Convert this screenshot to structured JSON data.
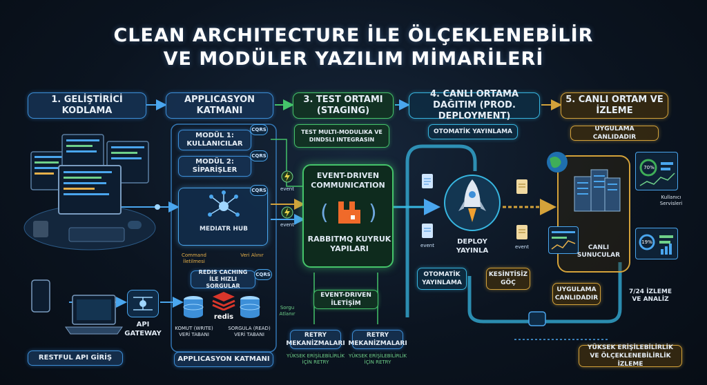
{
  "title": {
    "line1": "CLEAN ARCHITECTURE İLE ÖLÇEKLENEBİLİR",
    "line2": "VE MODÜLER YAZILIM MİMARİLERİ"
  },
  "stages": {
    "s1": "1. GELİŞTİRİCİ KODLAMA",
    "s2": "APPLICASYON KATMANI",
    "s3": "3. TEST ORTAMI (STAGING)",
    "s4": "4. CANLI ORTAMA DAĞITIM (PROD. DEPLOYMENT)",
    "s5": "5. CANLI ORTAM VE İZLEME"
  },
  "left": {
    "restful": "RESTFUL API GİRİŞ",
    "gateway": "API GATEWAY"
  },
  "app": {
    "module1": "MODÜL 1: KULLANICILAR",
    "module2": "MODÜL 2: SİPARİŞLER",
    "cqrs": "CQRS",
    "mediatr": "MEDIATR HUB",
    "command": "Command İletilmesi",
    "veri_alinir": "Veri Alınır",
    "redis_caching": "REDIS CACHING İLE HIZLI SORGULAR",
    "redis": "redis",
    "write_db": "KOMUT (WRITE) VERİ TABANI",
    "read_db": "SORGULA (READ) VERİ TABANI",
    "sorgu_atlanir": "Sorgu Atlanır",
    "footer": "APPLICASYON KATMANI"
  },
  "test": {
    "integration": "TEST MULTI-MODULIKA VE DINDSLI INTEGRASIN",
    "event_driven": "EVENT-DRIVEN COMMUNICATION",
    "rabbit": "RABBITMQ KUYRUK YAPILARI",
    "event_iletisim": "EVENT-DRIVEN İLETİŞİM",
    "retry1": "RETRY MEKANİZMALARI",
    "retry2": "RETRY MEKANİZMALARI",
    "retry_note1": "YÜKSEK ERİŞİLEBİLİRLİK İÇİN RETRY",
    "retry_note2": "YÜKSEK ERİŞİLEBİLİRLİK İÇİN RETRY",
    "event": "event"
  },
  "deploy": {
    "auto_top": "OTOMATİK YAYINLAMA",
    "deploy": "DEPLOY YAYINLA",
    "auto_bottom": "OTOMATİK YAYINLAMA",
    "kesintisiz": "KESİNTİSİZ GÖÇ",
    "event": "event"
  },
  "live": {
    "canli_top": "UYGULAMA CANLIDADIR",
    "kullanici": "Kullanıcı Servisleri",
    "canli_sunucular": "CANLI SUNUCULAR",
    "canli_bottom": "UYGULAMA CANLIDADIR",
    "izleme": "7/24 İZLEME VE ANALİZ",
    "footer": "YÜKSEK ERİŞİLEBİLİRLİK VE ÖLÇEKLENEBİLİRLİK İZLEME",
    "gauge1": "70%",
    "gauge2": "19%"
  },
  "colors": {
    "blue": "#3d8fd8",
    "green": "#45c46a",
    "cyan": "#37b6e0",
    "gold": "#d4a23a",
    "rabbit": "#f06a2a",
    "redis": "#d8362b"
  }
}
